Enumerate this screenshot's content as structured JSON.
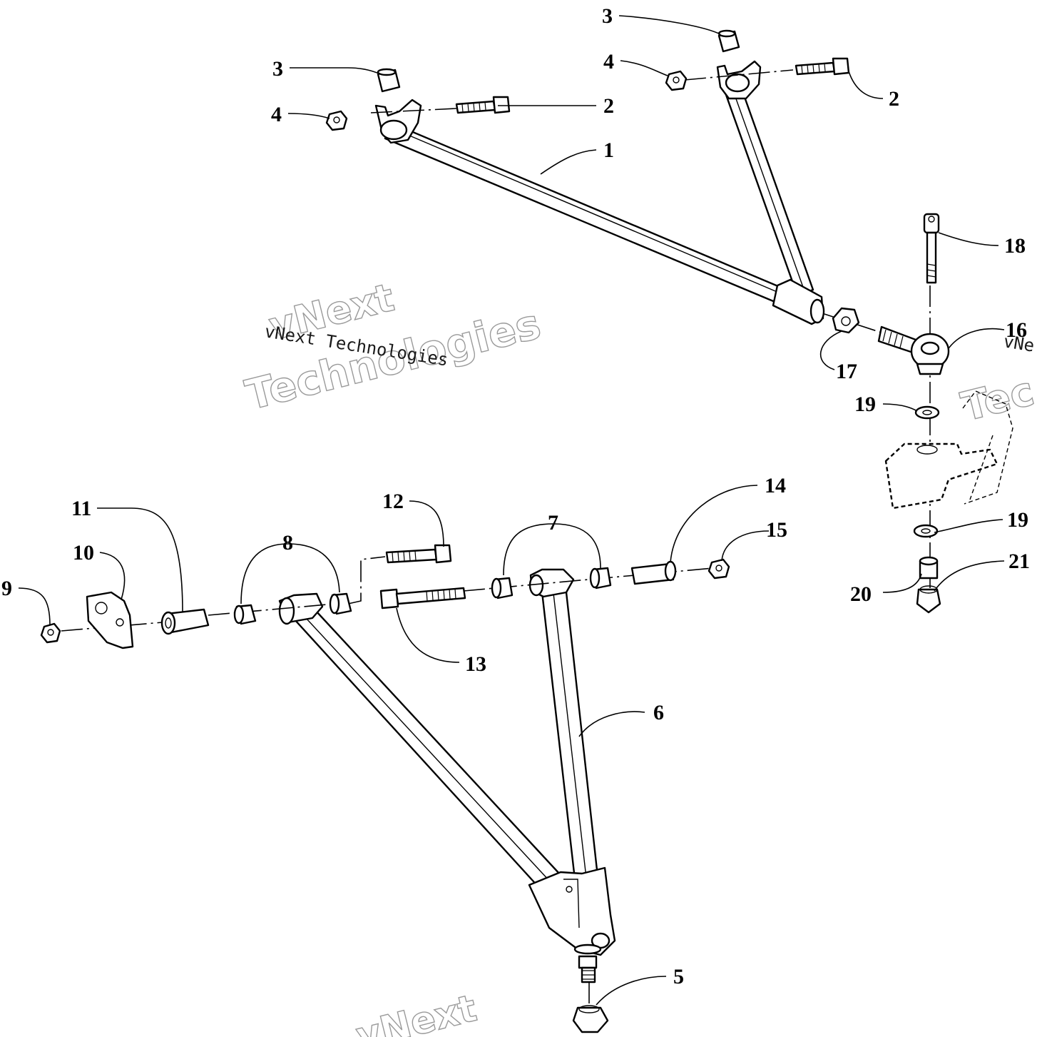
{
  "watermark": {
    "brand": "vNext",
    "company": "Technologies",
    "full": "vNext Technologies",
    "partial_right_1": "vNe",
    "partial_right_2": "Tec",
    "partial_bottom": "vNext"
  },
  "callouts": {
    "c1": "1",
    "c2a": "2",
    "c2b": "2",
    "c3a": "3",
    "c3b": "3",
    "c4a": "4",
    "c4b": "4",
    "c5": "5",
    "c6": "6",
    "c7": "7",
    "c8": "8",
    "c9": "9",
    "c10": "10",
    "c11": "11",
    "c12": "12",
    "c13": "13",
    "c14": "14",
    "c15": "15",
    "c16": "16",
    "c17": "17",
    "c18": "18",
    "c19a": "19",
    "c19b": "19",
    "c20": "20",
    "c21": "21"
  },
  "parts": [
    {
      "num": "1",
      "name": "upper-a-arm"
    },
    {
      "num": "2",
      "name": "upper-pivot-bolt"
    },
    {
      "num": "3",
      "name": "upper-bushing"
    },
    {
      "num": "4",
      "name": "upper-nut"
    },
    {
      "num": "5",
      "name": "ball-joint-nut"
    },
    {
      "num": "6",
      "name": "lower-a-arm"
    },
    {
      "num": "7",
      "name": "rear-bushing"
    },
    {
      "num": "8",
      "name": "front-bushing"
    },
    {
      "num": "9",
      "name": "bracket-nut"
    },
    {
      "num": "10",
      "name": "mounting-bracket"
    },
    {
      "num": "11",
      "name": "bracket-sleeve"
    },
    {
      "num": "12",
      "name": "lower-front-bolt"
    },
    {
      "num": "13",
      "name": "lower-rear-bolt"
    },
    {
      "num": "14",
      "name": "rear-sleeve"
    },
    {
      "num": "15",
      "name": "rear-nut"
    },
    {
      "num": "16",
      "name": "rod-end"
    },
    {
      "num": "17",
      "name": "jam-nut"
    },
    {
      "num": "18",
      "name": "rod-end-bolt"
    },
    {
      "num": "19",
      "name": "washer"
    },
    {
      "num": "20",
      "name": "spacer"
    },
    {
      "num": "21",
      "name": "rod-end-nut"
    }
  ]
}
